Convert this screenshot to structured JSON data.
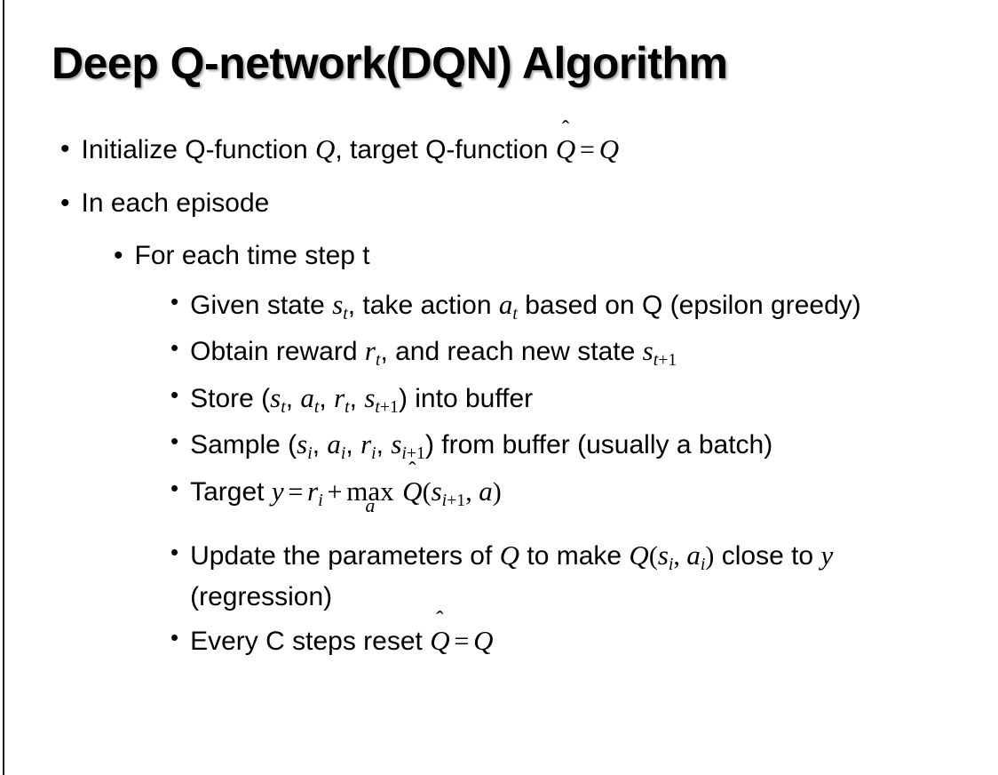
{
  "slide": {
    "title": "Deep Q-network(DQN) Algorithm",
    "background_color": "#ffffff",
    "text_color": "#000000",
    "edge_rule_color": "#1a1a1a",
    "bullet_glyph": "•"
  },
  "content": {
    "l1_initialize_pre": "Initialize Q-function ",
    "l1_initialize_mid": ", target Q-function ",
    "l1_q1": "Q",
    "l1_qhat": "Q",
    "l1_hat": "̂",
    "l1_eq": "=",
    "l1_q2": "Q",
    "l1_episode": "In each episode",
    "l2_timestep": "For each time step t",
    "l3_given_pre": "Given state ",
    "l3_given_s": "s",
    "l3_given_s_sub": "t",
    "l3_given_mid": ", take action ",
    "l3_given_a": "a",
    "l3_given_a_sub": "t",
    "l3_given_post": " based on Q (epsilon greedy)",
    "l3_obtain_pre": "Obtain reward ",
    "l3_obtain_r": "r",
    "l3_obtain_r_sub": "t",
    "l3_obtain_mid": ", and reach new state ",
    "l3_obtain_s": "s",
    "l3_obtain_s_sub_t": "t",
    "l3_obtain_s_sub_plus1": "+1",
    "l3_store_pre": "Store (",
    "l3_store_s": "s",
    "l3_store_s_sub": "t",
    "l3_store_c1": ", ",
    "l3_store_a": "a",
    "l3_store_a_sub": "t",
    "l3_store_c2": ", ",
    "l3_store_r": "r",
    "l3_store_r_sub": "t",
    "l3_store_c3": ", ",
    "l3_store_s2": "s",
    "l3_store_s2_sub_t": "t",
    "l3_store_s2_sub_plus1": "+1",
    "l3_store_post": ") into buffer",
    "l3_sample_pre": "Sample (",
    "l3_sample_s": "s",
    "l3_sample_s_sub": "i",
    "l3_sample_c1": ", ",
    "l3_sample_a": "a",
    "l3_sample_a_sub": "i",
    "l3_sample_c2": ", ",
    "l3_sample_r": "r",
    "l3_sample_r_sub": "i",
    "l3_sample_c3": ", ",
    "l3_sample_s2": "s",
    "l3_sample_s2_sub_i": "i",
    "l3_sample_s2_sub_plus1": "+1",
    "l3_sample_post": ") from buffer (usually a batch)",
    "l3_target_pre": "Target ",
    "l3_target_y": "y",
    "l3_target_eq": "=",
    "l3_target_r": "r",
    "l3_target_r_sub": "i",
    "l3_target_plus": "+",
    "l3_target_max": "max",
    "l3_target_max_limit": "a",
    "l3_target_qhat": "Q",
    "l3_target_hat": "̂",
    "l3_target_open": "(",
    "l3_target_s": "s",
    "l3_target_s_sub_i": "i",
    "l3_target_s_sub_plus1": "+1",
    "l3_target_comma": ", ",
    "l3_target_a": "a",
    "l3_target_close": ")",
    "l3_update_pre": "Update the parameters of ",
    "l3_update_q1": "Q",
    "l3_update_mid": " to make ",
    "l3_update_q2": "Q",
    "l3_update_open": "(",
    "l3_update_s": "s",
    "l3_update_s_sub": "i",
    "l3_update_comma": ", ",
    "l3_update_a": "a",
    "l3_update_a_sub": "i",
    "l3_update_close": ")",
    "l3_update_post": " close to ",
    "l3_update_y": "y",
    "l3_update_tail": " (regression)",
    "l3_reset_pre": "Every C steps reset ",
    "l3_reset_qhat": "Q",
    "l3_reset_hat": "̂",
    "l3_reset_eq": "=",
    "l3_reset_q": "Q"
  }
}
